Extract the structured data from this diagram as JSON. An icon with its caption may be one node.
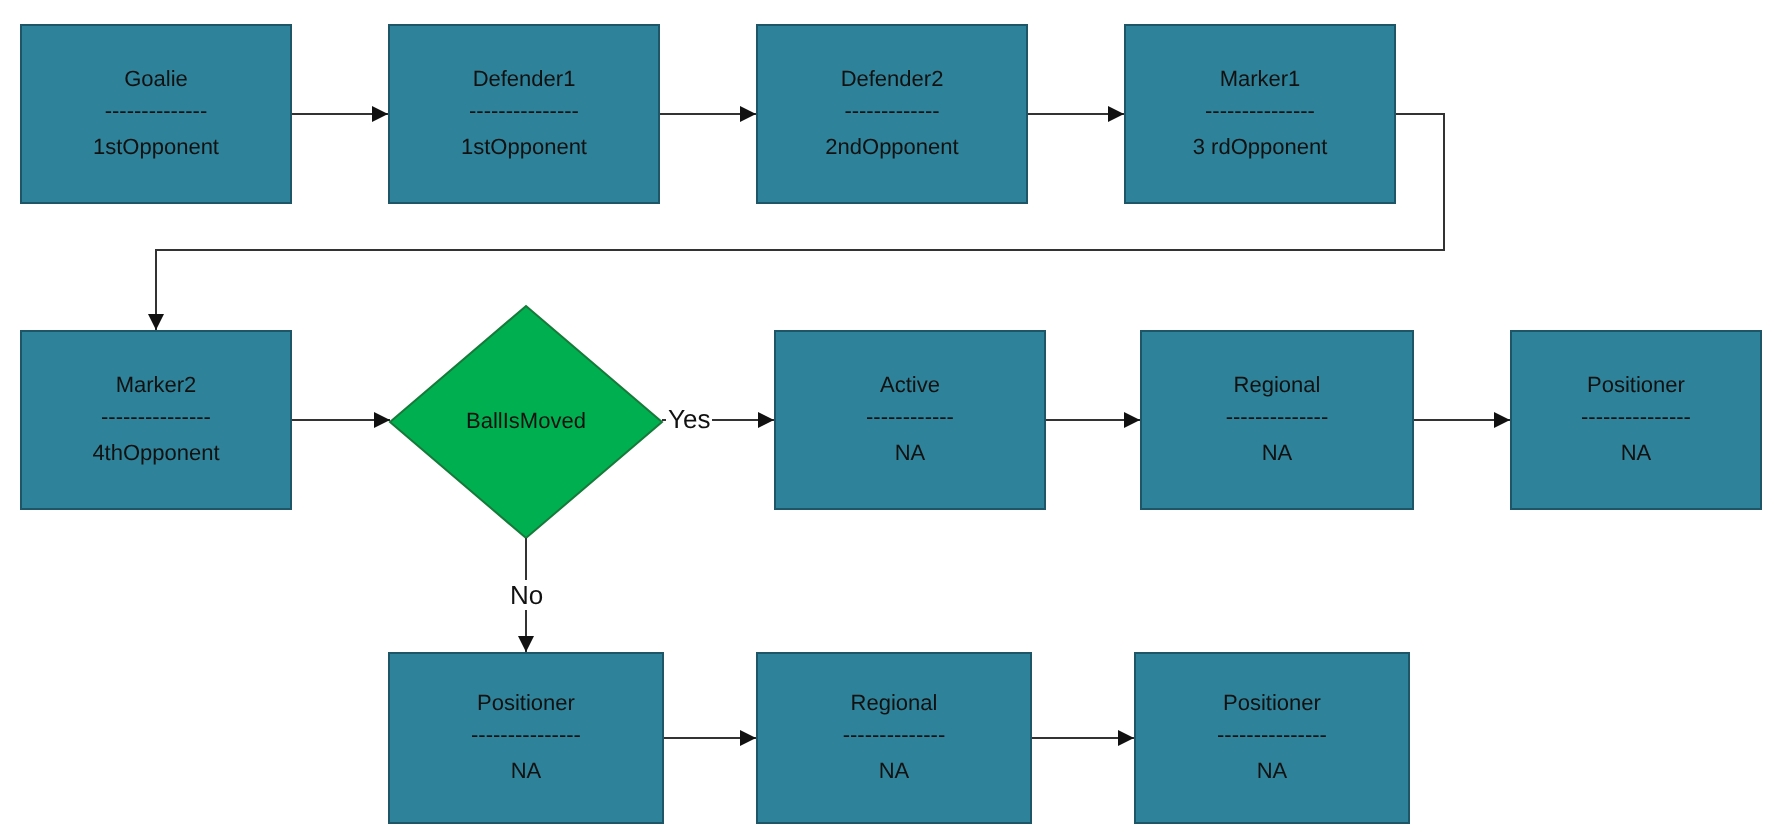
{
  "diagram": {
    "nodes": [
      {
        "text": [
          "Goalie",
          "--------------",
          "1stOpponent"
        ]
      },
      {
        "text": [
          "Defender1",
          "---------------",
          "1stOpponent"
        ]
      },
      {
        "text": [
          "Defender2",
          "-------------",
          "2ndOpponent"
        ]
      },
      {
        "text": [
          "Marker1",
          "---------------",
          "3 rdOpponent"
        ]
      },
      {
        "text": [
          "Marker2",
          "---------------",
          "4thOpponent"
        ]
      },
      {
        "text": [
          "BallIsMoved"
        ]
      },
      {
        "text": [
          "Active",
          "------------",
          "NA"
        ]
      },
      {
        "text": [
          "Regional",
          "--------------",
          "NA"
        ]
      },
      {
        "text": [
          "Positioner",
          "---------------",
          "NA"
        ]
      },
      {
        "text": [
          "Positioner",
          "---------------",
          "NA"
        ]
      },
      {
        "text": [
          "Regional",
          "--------------",
          "NA"
        ]
      },
      {
        "text": [
          "Positioner",
          "---------------",
          "NA"
        ]
      }
    ],
    "edges": [
      {
        "from": 0,
        "to": 1,
        "arrow": "to"
      },
      {
        "from": 1,
        "to": 2,
        "arrow": "to"
      },
      {
        "from": 2,
        "to": 3,
        "arrow": "to"
      },
      {
        "from": 3,
        "to": 4,
        "arrow": "to"
      },
      {
        "from": 4,
        "to": 5,
        "arrow": "to"
      },
      {
        "from": 5,
        "to": 6,
        "arrow": "to",
        "label": "Yes"
      },
      {
        "from": 6,
        "to": 7,
        "arrow": "to"
      },
      {
        "from": 7,
        "to": 8,
        "arrow": "to"
      },
      {
        "from": 5,
        "to": 9,
        "arrow": "to",
        "label": "No"
      },
      {
        "from": 9,
        "to": 10,
        "arrow": "to"
      },
      {
        "from": 10,
        "to": 11,
        "arrow": "to"
      }
    ]
  }
}
